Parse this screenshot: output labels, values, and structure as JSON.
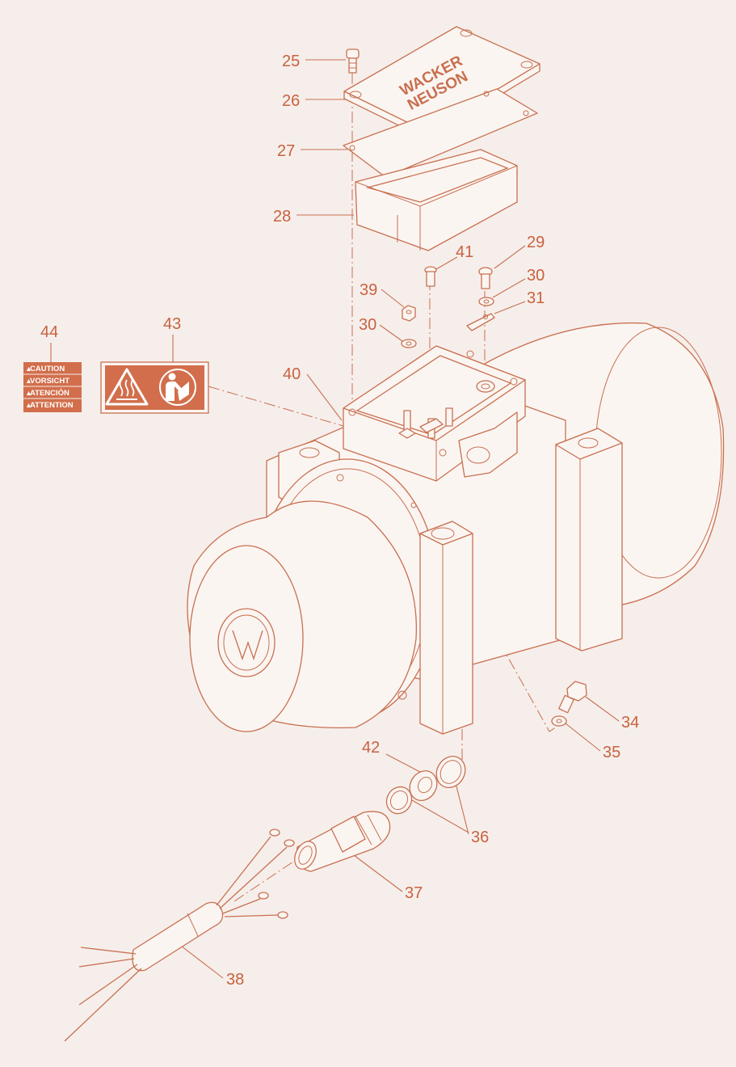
{
  "diagram": {
    "callouts": [
      "25",
      "26",
      "27",
      "28",
      "29",
      "30",
      "30",
      "31",
      "34",
      "35",
      "36",
      "37",
      "38",
      "39",
      "40",
      "41",
      "42",
      "43",
      "44"
    ],
    "logo": {
      "line1": "WACKER",
      "line2": "NEUSON"
    },
    "caution_decal": {
      "lines": [
        "CAUTION",
        "VORSICHT",
        "ATENCIÓN",
        "ATTENTION"
      ]
    },
    "warning_decal": {
      "icons": [
        "hot-surface-icon",
        "read-manual-icon"
      ]
    },
    "colors": {
      "line": "#c8704f",
      "label": "#c8623f",
      "background": "#f6eeeb",
      "decal": "#d26e4b"
    }
  }
}
